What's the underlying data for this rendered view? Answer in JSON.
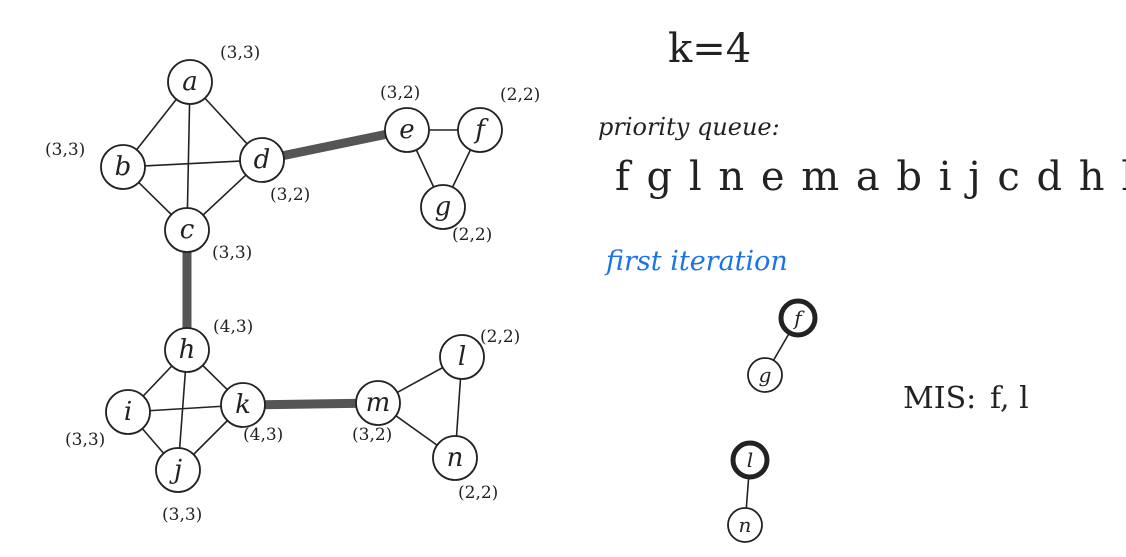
{
  "k_label": "k=4",
  "priority_queue_label": "priority queue:",
  "priority_queue": [
    "f",
    "g",
    "l",
    "n",
    "e",
    "m",
    "a",
    "b",
    "i",
    "j",
    "c",
    "d",
    "h",
    "k"
  ],
  "iteration_label": "first iteration",
  "mis_label": "MIS:",
  "mis_values": "f, l",
  "colors": {
    "ink": "#222222",
    "highlight": "#1a73e8",
    "thick_edge": "#555555"
  },
  "graph": {
    "nodes": [
      {
        "id": "a",
        "label": "a",
        "degree_label": "(3,3)"
      },
      {
        "id": "b",
        "label": "b",
        "degree_label": "(3,3)"
      },
      {
        "id": "c",
        "label": "c",
        "degree_label": "(3,3)"
      },
      {
        "id": "d",
        "label": "d",
        "degree_label": "(3,2)"
      },
      {
        "id": "e",
        "label": "e",
        "degree_label": "(3,2)"
      },
      {
        "id": "f",
        "label": "f",
        "degree_label": "(2,2)"
      },
      {
        "id": "g",
        "label": "g",
        "degree_label": "(2,2)"
      },
      {
        "id": "h",
        "label": "h",
        "degree_label": "(4,3)"
      },
      {
        "id": "i",
        "label": "i",
        "degree_label": "(3,3)"
      },
      {
        "id": "j",
        "label": "j",
        "degree_label": "(3,3)"
      },
      {
        "id": "k",
        "label": "k",
        "degree_label": "(4,3)"
      },
      {
        "id": "m",
        "label": "m",
        "degree_label": "(3,2)"
      },
      {
        "id": "l",
        "label": "l",
        "degree_label": "(2,2)"
      },
      {
        "id": "n",
        "label": "n",
        "degree_label": "(2,2)"
      }
    ],
    "edges": [
      [
        "a",
        "b"
      ],
      [
        "a",
        "c"
      ],
      [
        "a",
        "d"
      ],
      [
        "b",
        "c"
      ],
      [
        "b",
        "d"
      ],
      [
        "c",
        "d"
      ],
      [
        "e",
        "f"
      ],
      [
        "e",
        "g"
      ],
      [
        "f",
        "g"
      ],
      [
        "h",
        "i"
      ],
      [
        "h",
        "j"
      ],
      [
        "h",
        "k"
      ],
      [
        "i",
        "j"
      ],
      [
        "i",
        "k"
      ],
      [
        "j",
        "k"
      ],
      [
        "m",
        "l"
      ],
      [
        "m",
        "n"
      ],
      [
        "l",
        "n"
      ]
    ],
    "thick_edges": [
      [
        "d",
        "e"
      ],
      [
        "c",
        "h"
      ],
      [
        "k",
        "m"
      ]
    ]
  },
  "iteration_graph": {
    "nodes": [
      {
        "id": "f",
        "label": "f",
        "selected": true
      },
      {
        "id": "g",
        "label": "g",
        "selected": false
      },
      {
        "id": "l",
        "label": "l",
        "selected": true
      },
      {
        "id": "n",
        "label": "n",
        "selected": false
      }
    ],
    "edges": [
      [
        "f",
        "g"
      ],
      [
        "l",
        "n"
      ]
    ]
  }
}
